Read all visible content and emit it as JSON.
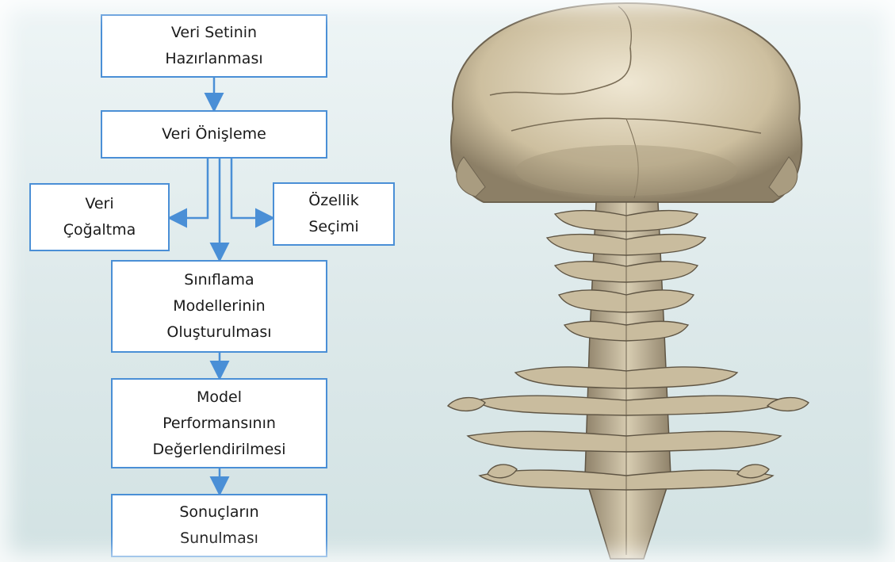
{
  "diagram": {
    "nodes": {
      "prep": "Veri Setinin\nHazırlanması",
      "preprocess": "Veri Önişleme",
      "augment": "Veri\nÇoğaltma",
      "select": "Özellik\nSeçimi",
      "models": "Sınıflama\nModellerinin\nOluşturulması",
      "evaluate": "Model\nPerformansının\nDeğerlendirilmesi",
      "results": "Sonuçların\nSunulması"
    },
    "colors": {
      "box_border": "#4a8fd6",
      "arrow": "#4a8fd6",
      "box_fill": "#ffffff",
      "background": "#dde9ea",
      "bone": "#cfc2a3"
    }
  },
  "illustration": {
    "icon": "skull-spine-illustration"
  }
}
